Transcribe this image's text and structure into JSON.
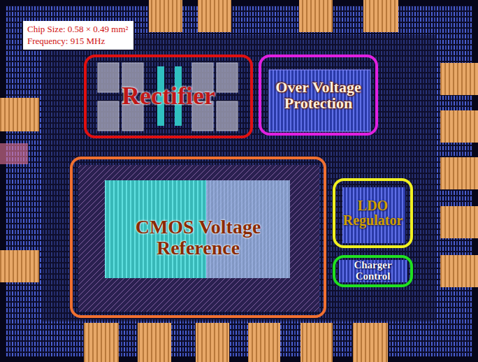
{
  "diagram": {
    "nodes": [
      {
        "text": [
          "Rectifier"
        ]
      },
      {
        "text": [
          "Over Voltage Protection"
        ]
      },
      {
        "text": [
          "CMOS Voltage Reference"
        ]
      },
      {
        "text": [
          "LDO Regulator"
        ]
      },
      {
        "text": [
          "Charger Control"
        ]
      }
    ],
    "labels": [
      "Chip Size: 0.58 × 0.49 mm²",
      "Frequency: 915 MHz"
    ]
  }
}
